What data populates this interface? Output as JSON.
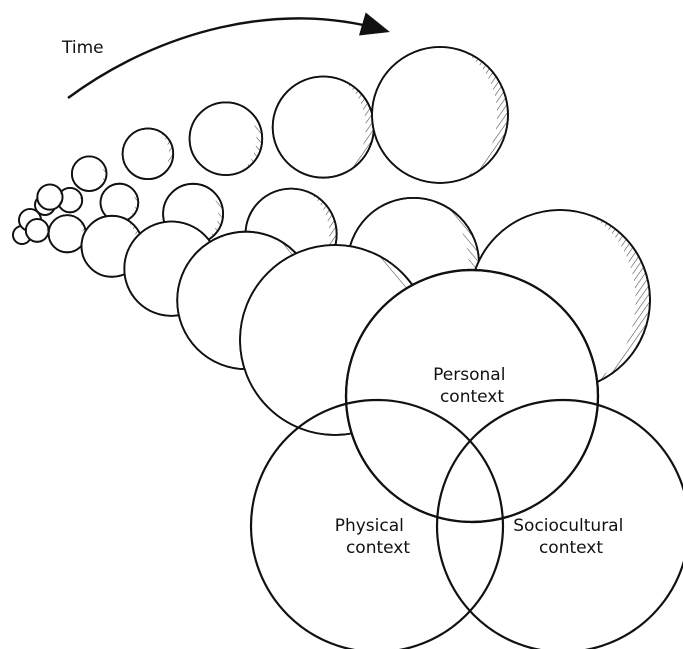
{
  "diagram": {
    "time_label": "Time",
    "contexts": {
      "personal": [
        "Personal",
        "context"
      ],
      "physical": [
        "Physical",
        "context"
      ],
      "sociocultural": [
        "Sociocultural",
        "context"
      ]
    }
  }
}
